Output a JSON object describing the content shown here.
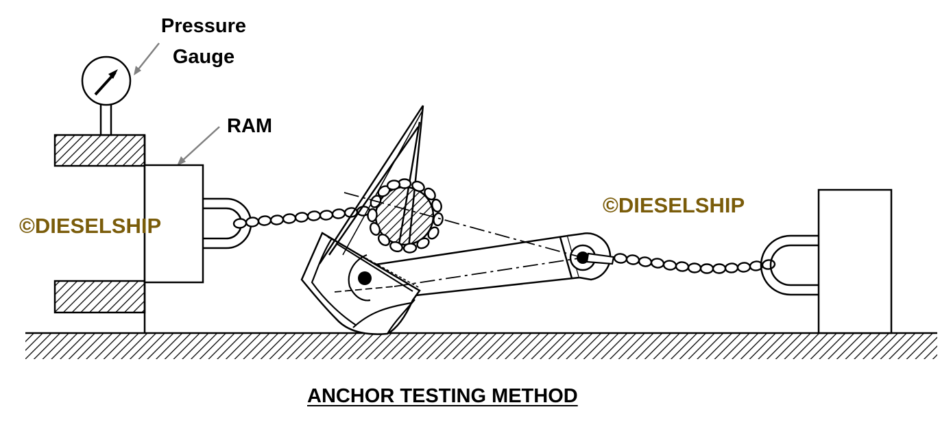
{
  "labels": {
    "pressure_gauge_line1": "Pressure",
    "pressure_gauge_line2": "Gauge",
    "ram": "RAM"
  },
  "watermark": {
    "left": "©DIESELSHIP",
    "right": "©DIESELSHIP",
    "color": "#7a5c0a"
  },
  "caption": "ANCHOR TESTING METHOD",
  "colors": {
    "line": "#000000",
    "pointer": "#808080"
  }
}
